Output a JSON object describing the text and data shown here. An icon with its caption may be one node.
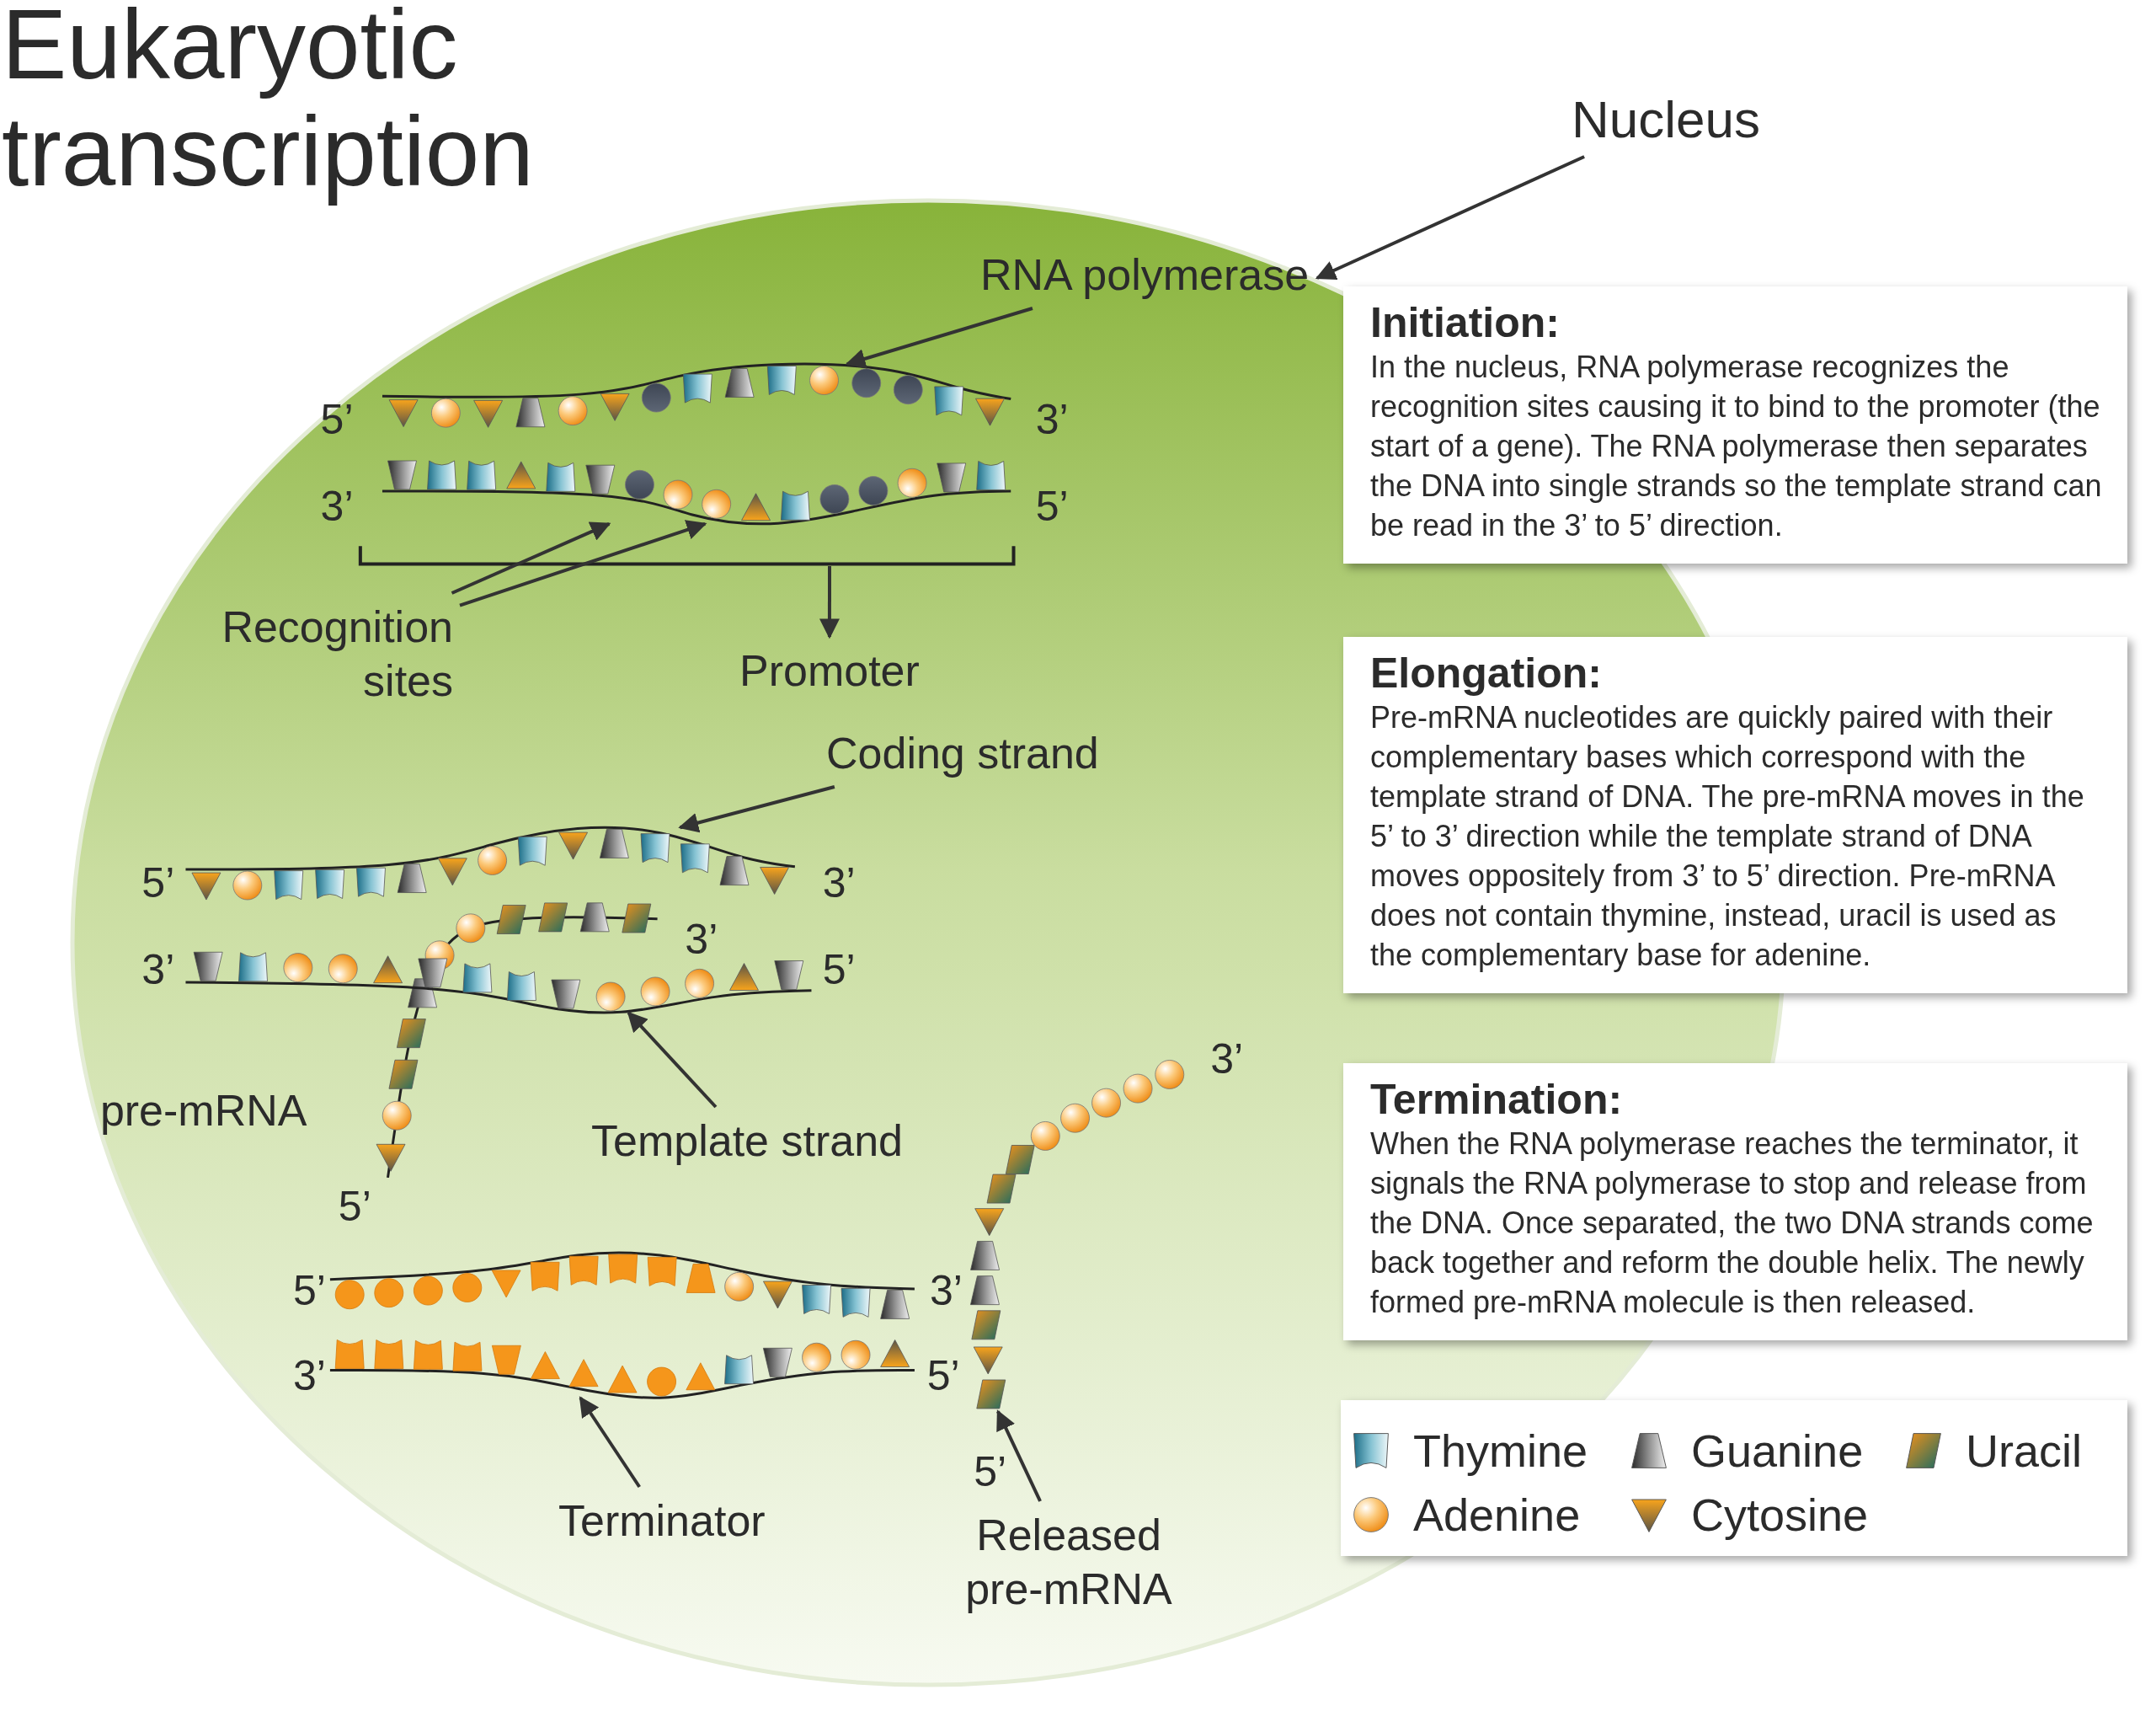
{
  "diagram": {
    "title": "Eukaryotic transcription",
    "nodes": [
      {
        "text": [],
        "shape": "circle"
      },
      {
        "text": [
          "Nucleus"
        ]
      },
      {
        "text": [
          "RNA polymerase"
        ],
        "in": 0
      },
      {
        "text": [
          "Recognition sites"
        ],
        "in": 0
      },
      {
        "text": [
          "Promoter"
        ],
        "in": 0
      },
      {
        "text": [
          "Coding strand"
        ],
        "in": 0
      },
      {
        "text": [
          "Template strand"
        ],
        "in": 0
      },
      {
        "text": [
          "Terminator"
        ],
        "in": 0
      },
      {
        "text": [
          "Released pre-mRNA"
        ],
        "in": 0
      },
      {
        "text": [
          "Initiation:",
          "In the nucleus, RNA polymerase recognizes the recognition sites causing it to bind to the promoter (the start of a gene). The RNA polymerase then separates the DNA into single strands so the template strand can be read in the 3’ to 5’ direction."
        ]
      },
      {
        "text": [
          "Elongation:",
          "Pre-mRNA nucleotides are quickly paired with their complementary bases which correspond with the template strand of DNA. The pre-mRNA moves in the 5’ to 3’ direction while the template strand of DNA moves oppositely from 3’ to 5’ direction. Pre-mRNA does not contain thymine, instead, uracil is used as the complementary base for adenine."
        ]
      },
      {
        "text": [
          "Termination:",
          "When the RNA polymerase reaches the terminator, it signals the RNA polymerase to stop and release from the DNA. Once separated, the two DNA strands come back together and reform the double helix. The newly formed pre-mRNA molecule is then released."
        ]
      },
      {
        "text": [],
        "shape": "picture",
        "in": 0
      },
      {
        "text": [],
        "shape": "picture",
        "in": 0
      },
      {
        "text": [],
        "shape": "picture",
        "in": 0
      },
      {
        "text": [],
        "shape": "picture",
        "in": 0
      },
      {
        "text": [],
        "shape": "picture",
        "in": 0
      }
    ],
    "edges": [
      {
        "from": 1,
        "to": 0,
        "arrow": "to"
      },
      {
        "from": 2,
        "to": 12,
        "arrow": "to"
      },
      {
        "from": 3,
        "to": 12,
        "arrow": "to"
      },
      {
        "from": 3,
        "to": 12,
        "arrow": "to"
      },
      {
        "from": null,
        "to": 4,
        "arrow": "to"
      },
      {
        "from": 5,
        "to": 13,
        "arrow": "to"
      },
      {
        "from": 6,
        "to": 14,
        "arrow": "to"
      },
      {
        "from": 7,
        "to": 15,
        "arrow": "to"
      },
      {
        "from": 8,
        "to": 16,
        "arrow": "to"
      }
    ],
    "labels": [
      "5’",
      "3’",
      "3’",
      "5’",
      "5’",
      "3’",
      "3’",
      "3’",
      "5’",
      "3’",
      "pre-mRNA",
      "5’",
      "5’",
      "3’",
      "3’",
      "5’",
      "5’"
    ],
    "legend": [
      {
        "text": "Thymine"
      },
      {
        "text": "Guanine"
      },
      {
        "text": "Uracil"
      },
      {
        "text": "Adenine"
      },
      {
        "text": "Cytosine"
      }
    ]
  }
}
